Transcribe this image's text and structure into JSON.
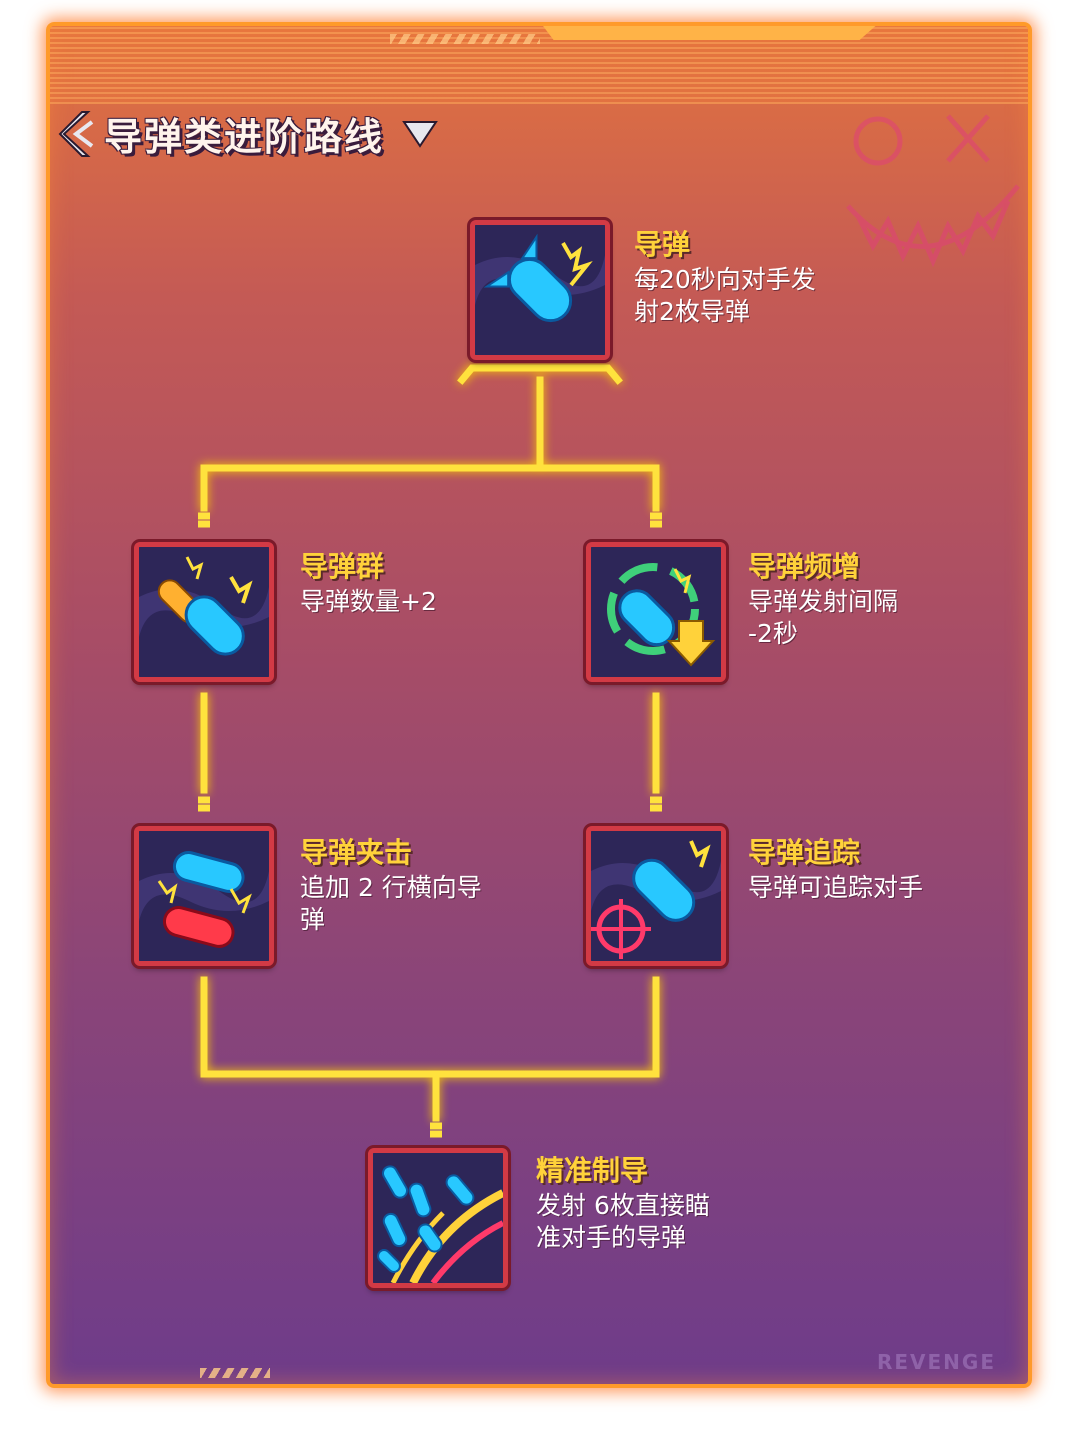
{
  "header": {
    "title": "导弹类进阶路线"
  },
  "skills": [
    {
      "id": "missile",
      "name": "导弹",
      "desc": [
        "每20秒向对手发",
        "射2枚导弹"
      ]
    },
    {
      "id": "missile-swarm",
      "name": "导弹群",
      "desc": [
        "导弹数量+2"
      ]
    },
    {
      "id": "missile-rate",
      "name": "导弹频增",
      "desc": [
        "导弹发射间隔",
        "-2秒"
      ]
    },
    {
      "id": "missile-pincer",
      "name": "导弹夹击",
      "desc": [
        "追加 2 行横向导",
        "弹"
      ]
    },
    {
      "id": "missile-tracking",
      "name": "导弹追踪",
      "desc": [
        "导弹可追踪对手"
      ]
    },
    {
      "id": "precision-guidance",
      "name": "精准制导",
      "desc": [
        "发射 6枚直接瞄",
        "准对手的导弹"
      ]
    }
  ],
  "watermark": "REVENGE",
  "colors": {
    "accent": "#ffd23a",
    "connector": "#ffe23d",
    "icon_border": "#d23a45",
    "frame_glow": "#ff9a2a"
  }
}
